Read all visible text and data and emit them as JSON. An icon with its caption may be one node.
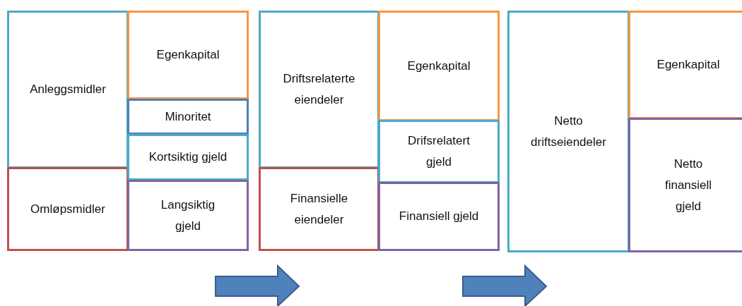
{
  "diagram": {
    "nodes": [
      {
        "text": [
          "Anleggsmidler"
        ]
      },
      {
        "text": [
          "Omløpsmidler"
        ]
      },
      {
        "text": [
          "Egenkapital"
        ]
      },
      {
        "text": [
          "Minoritet"
        ]
      },
      {
        "text": [
          "Kortsiktig gjeld"
        ]
      },
      {
        "text": [
          "Langsiktig gjeld"
        ]
      },
      {
        "text": [
          "Driftsrelaterte eiendeler"
        ]
      },
      {
        "text": [
          "Finansielle eiendeler"
        ]
      },
      {
        "text": [
          "Egenkapital"
        ]
      },
      {
        "text": [
          "Drifsrelatert gjeld"
        ]
      },
      {
        "text": [
          "Finansiell gjeld"
        ]
      },
      {
        "text": [
          "Netto driftseiendeler"
        ]
      },
      {
        "text": [
          "Egenkapital"
        ]
      },
      {
        "text": [
          "Netto finansiell gjeld"
        ]
      }
    ]
  }
}
